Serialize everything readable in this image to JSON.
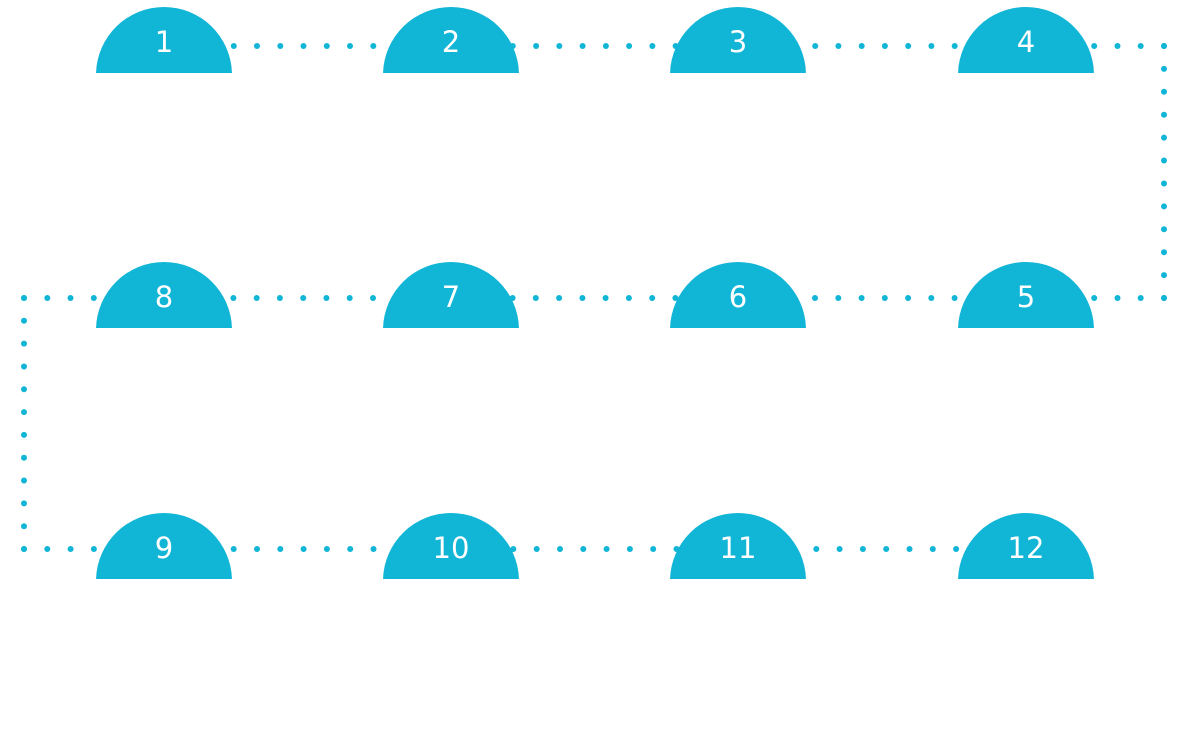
{
  "diagram": {
    "accent_color": "#11b5d6",
    "label_color": "#ffffff",
    "connector_style": "dotted",
    "steps": [
      {
        "label": "1"
      },
      {
        "label": "2"
      },
      {
        "label": "3"
      },
      {
        "label": "4"
      },
      {
        "label": "5"
      },
      {
        "label": "6"
      },
      {
        "label": "7"
      },
      {
        "label": "8"
      },
      {
        "label": "9"
      },
      {
        "label": "10"
      },
      {
        "label": "11"
      },
      {
        "label": "12"
      }
    ]
  }
}
